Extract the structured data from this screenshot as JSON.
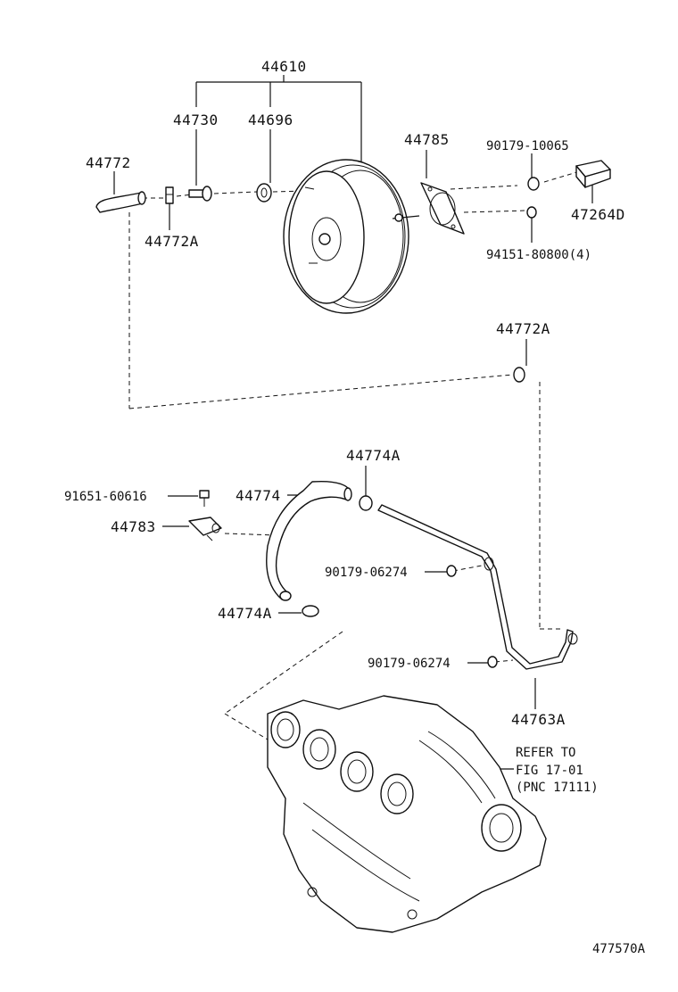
{
  "labels": {
    "p44610": "44610",
    "p44730": "44730",
    "p44696": "44696",
    "p44772": "44772",
    "p44772A_top": "44772A",
    "p44785": "44785",
    "p90179_10065": "90179-10065",
    "p47264D": "47264D",
    "p94151_80800": "94151-80800(4)",
    "p44772A_mid": "44772A",
    "p44774A_top": "44774A",
    "p91651_60616": "91651-60616",
    "p44774": "44774",
    "p44783": "44783",
    "p90179_06274_a": "90179-06274",
    "p44774A_bot": "44774A",
    "p90179_06274_b": "90179-06274",
    "p44763A": "44763A",
    "refer_line1": "REFER TO",
    "refer_line2": "FIG 17-01",
    "refer_line3": "(PNC 17111)",
    "figure_id": "477570A"
  }
}
